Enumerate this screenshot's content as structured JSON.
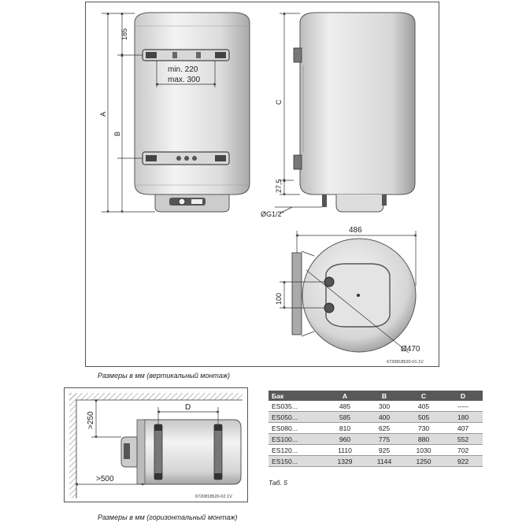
{
  "top_diagram": {
    "dims": {
      "d185": "185",
      "dA": "A",
      "dB": "B",
      "dC": "C",
      "d27": "27,5",
      "thread": "ØG1/2\"",
      "min": "min. 220",
      "max": "max. 300",
      "d486": "486",
      "d100": "100",
      "d470": "Ø470"
    },
    "code": "6720818520-01.1V"
  },
  "top_caption": "Размеры в мм (вертикальный монтаж)",
  "bottom_diagram": {
    "dims": {
      "d250": ">250",
      "d500": ">500",
      "dD": "D"
    },
    "code": "6720818520-02.1V"
  },
  "bottom_caption": "Размеры в мм (горизонтальный монтаж)",
  "table": {
    "headers": [
      "Бак",
      "A",
      "B",
      "C",
      "D"
    ],
    "rows": [
      [
        "ES035...",
        "485",
        "300",
        "405",
        "-----"
      ],
      [
        "ES050...",
        "585",
        "400",
        "505",
        "180"
      ],
      [
        "ES080...",
        "810",
        "625",
        "730",
        "407"
      ],
      [
        "ES100...",
        "960",
        "775",
        "880",
        "552"
      ],
      [
        "ES120...",
        "1110",
        "925",
        "1030",
        "702"
      ],
      [
        "ES150...",
        "1329",
        "1144",
        "1250",
        "922"
      ]
    ],
    "note": "Таб. 5"
  }
}
